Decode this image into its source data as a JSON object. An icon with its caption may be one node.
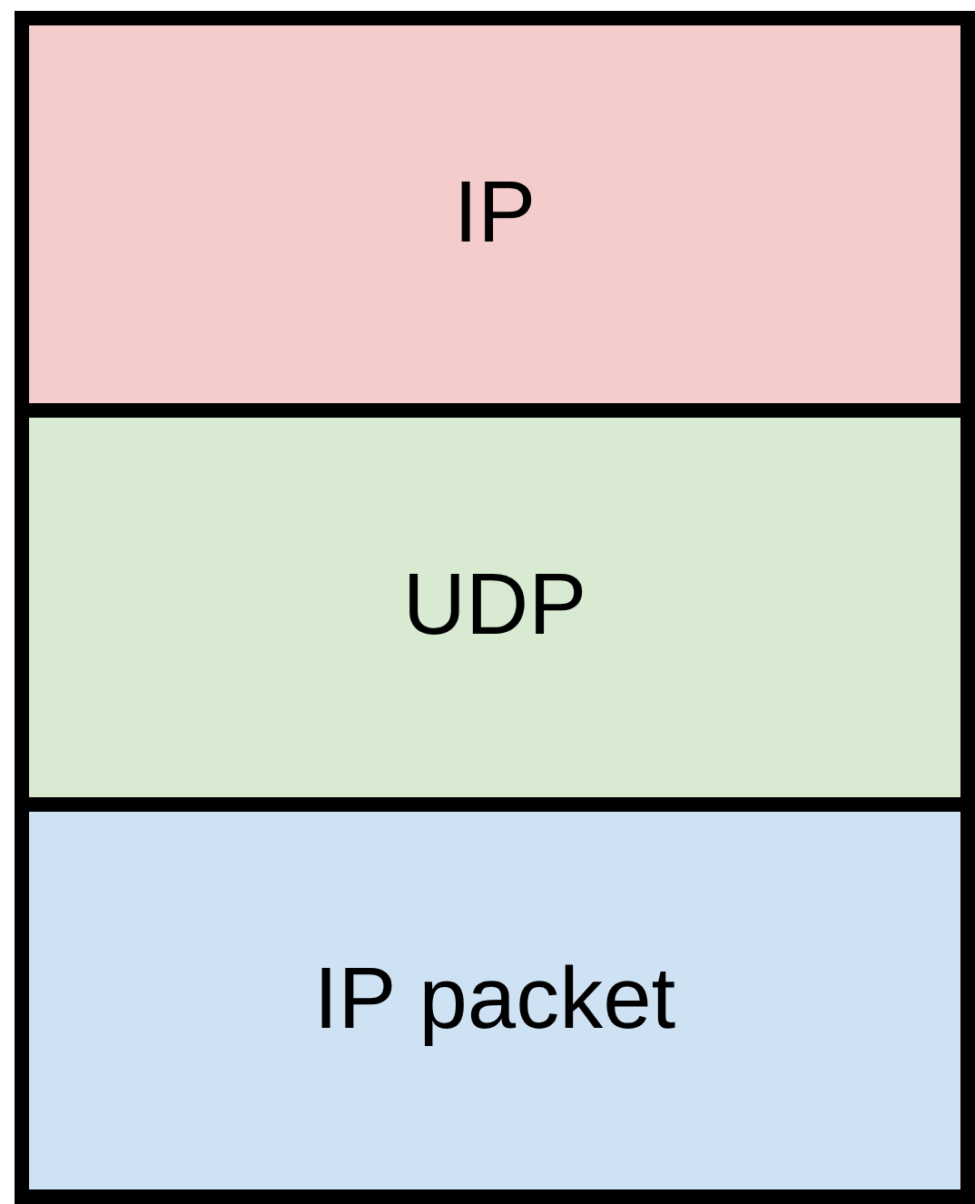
{
  "diagram": {
    "nodes": [
      {
        "text": [
          "IP"
        ]
      },
      {
        "text": [
          "UDP"
        ]
      },
      {
        "text": [
          "IP packet"
        ]
      }
    ]
  }
}
